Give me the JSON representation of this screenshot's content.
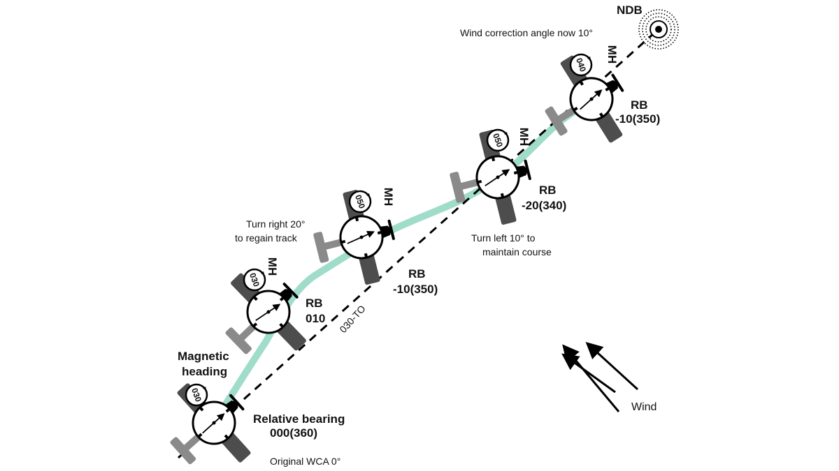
{
  "colors": {
    "track": "#9fdcc9",
    "wing": "#4d4d4d",
    "tail": "#8a8a8a",
    "nose": "#000000"
  },
  "ndb": {
    "label": "NDB"
  },
  "course_label": "030-TO",
  "wind_label": "Wind",
  "annotations": {
    "wca_now": "Wind correction angle now 10°",
    "turn_right_1": "Turn right 20°",
    "turn_right_2": "to regain track",
    "turn_left_1": "Turn left 10° to",
    "turn_left_2": "maintain course",
    "original_wca": "Original WCA 0°",
    "mag_heading_1": "Magnetic",
    "mag_heading_2": "heading"
  },
  "stations": [
    {
      "mh": "030",
      "mh_label": "",
      "rb_title": "Relative bearing",
      "rb_value": "000(360)",
      "rb_deg": 0
    },
    {
      "mh": "030",
      "mh_label": "MH",
      "rb_title": "RB",
      "rb_value": "010",
      "rb_deg": 10
    },
    {
      "mh": "050",
      "mh_label": "MH",
      "rb_title": "RB",
      "rb_value": "-10(350)",
      "rb_deg": -10
    },
    {
      "mh": "050",
      "mh_label": "MH",
      "rb_title": "RB",
      "rb_value": "-20(340)",
      "rb_deg": -20
    },
    {
      "mh": "040",
      "mh_label": "MH",
      "rb_title": "RB",
      "rb_value": "-10(350)",
      "rb_deg": -10
    }
  ]
}
